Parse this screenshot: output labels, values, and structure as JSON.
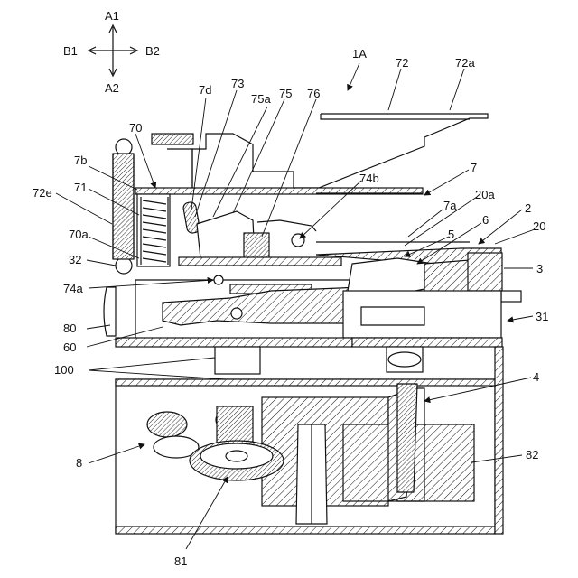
{
  "direction_labels": {
    "up": "A1",
    "down": "A2",
    "left": "B1",
    "right": "B2"
  },
  "reference_numerals": {
    "n_1A": "1A",
    "n_72": "72",
    "n_72a": "72a",
    "n_7d": "7d",
    "n_73": "73",
    "n_75": "75",
    "n_75a": "75a",
    "n_76": "76",
    "n_70": "70",
    "n_7b": "7b",
    "n_7": "7",
    "n_74b": "74b",
    "n_72e": "72e",
    "n_71": "71",
    "n_20a": "20a",
    "n_7a": "7a",
    "n_6": "6",
    "n_2": "2",
    "n_20": "20",
    "n_70a": "70a",
    "n_5": "5",
    "n_32": "32",
    "n_3": "3",
    "n_74a": "74a",
    "n_31": "31",
    "n_80": "80",
    "n_60": "60",
    "n_100": "100",
    "n_4": "4",
    "n_8": "8",
    "n_82": "82",
    "n_81": "81"
  }
}
